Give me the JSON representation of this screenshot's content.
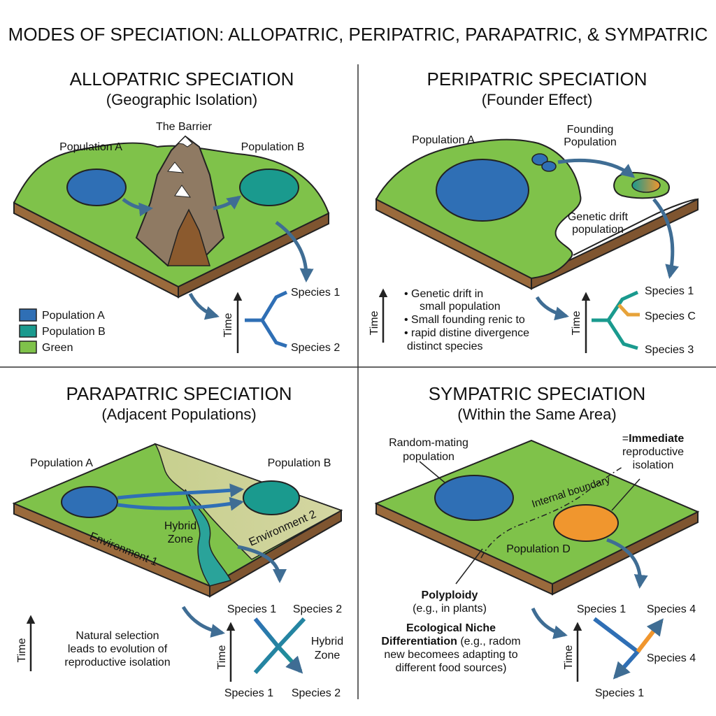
{
  "title": "MODES OF SPECIATION: ALLOPATRIC, PERIPATRIC, PARAPATRIC, & SYMPATRIC",
  "allopatric": {
    "heading": "ALLOPATRIC SPECIATION",
    "subheading": "(Geographic Isolation)",
    "barrier_label": "The Barrier",
    "pop_a_label": "Population A",
    "pop_b_label": "Population B",
    "species_top": "Species 1",
    "species_bottom": "Species 2",
    "time_label": "Time",
    "legend": [
      {
        "label": "Population A",
        "color": "#2f6fb5"
      },
      {
        "label": "Population B",
        "color": "#1a9a8e"
      },
      {
        "label": "Green",
        "color": "#7fc24a"
      }
    ]
  },
  "peripatric": {
    "heading": "PERIPATRIC SPECIATION",
    "subheading": "(Founder Effect)",
    "pop_a_label": "Population A",
    "founding_line1": "Founding",
    "founding_line2": "Population",
    "drift_line1": "Genetic drift",
    "drift_line2": "population",
    "notes": [
      "• Genetic drift in",
      "small population",
      "• Small founding renic to",
      "• rapid distine divergence",
      "distinct species"
    ],
    "time_label": "Time",
    "species_1": "Species 1",
    "species_c": "Species C",
    "species_3": "Species 3"
  },
  "parapatric": {
    "heading": "PARAPATRIC SPECIATION",
    "subheading": "(Adjacent Populations)",
    "pop_a_label": "Population A",
    "pop_b_label": "Population B",
    "env1_label": "Environment 1",
    "env2_label": "Environment 2",
    "hybrid_line1": "Hybrid",
    "hybrid_line2": "Zone",
    "notes": [
      "Natural selection",
      "leads to evolution of",
      "reproductive isolation"
    ],
    "time_label": "Time",
    "species_top_left": "Species 1",
    "species_top_right": "Species 2",
    "species_bottom_left": "Species 1",
    "species_bottom_right": "Species 2",
    "tree_hybrid_line1": "Hybrid",
    "tree_hybrid_line2": "Zone"
  },
  "sympatric": {
    "heading": "SYMPATRIC SPECIATION",
    "subheading": "(Within the Same Area)",
    "random_line1": "Random-mating",
    "random_line2": "population",
    "immediate_prefix": "=",
    "immediate_bold": "Immediate",
    "immediate_line2": "reproductive",
    "immediate_line3": "isolation",
    "internal_boundary": "Internal boundary",
    "pop_d_label": "Population D",
    "polyploidy_bold": "Polyploidy",
    "polyploidy_sub": "(e.g., in plants)",
    "eco_bold_line1": "Ecological Niche",
    "eco_bold_line2": "Differentiation",
    "eco_rest_line2": " (e.g., radom",
    "eco_line3": "new becomees adapting to",
    "eco_line4": "different food sources)",
    "time_label": "Time",
    "species_top_left": "Species 1",
    "species_top_right": "Species 4",
    "species_mid_right": "Species 4",
    "species_bottom": "Species 1"
  },
  "colors": {
    "pop_blue": "#2f6fb5",
    "pop_teal": "#1a9a8e",
    "grass": "#7fc24a",
    "soil": "#9a6a3c",
    "orange": "#f0962e",
    "arrow": "#3f6d94"
  }
}
